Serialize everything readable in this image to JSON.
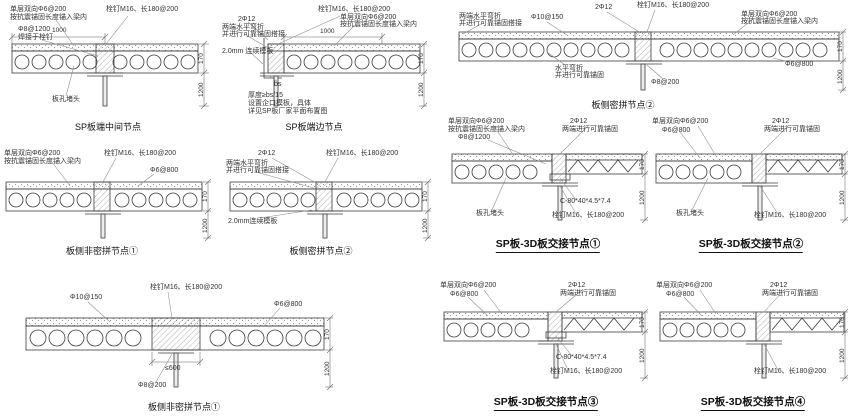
{
  "page": {
    "background": "#ffffff",
    "line_color": "#3c3c3c"
  },
  "panels": [
    {
      "title": "SP板端中间节点",
      "labels": {
        "mesh": "单层双向Φ6@200",
        "anchor": "按抗震锚固长度锚入梁内",
        "tie_bar": "Φ8@1200",
        "tie_bar_note": "焊接于栓钉",
        "studs": "栓钉M16、长180@200",
        "plug": "板孔堵头"
      },
      "dims": {
        "width": "1000",
        "depth": "170",
        "height": "1200"
      }
    },
    {
      "title": "SP板端边节点",
      "labels": {
        "studs": "栓钉M16、长180@200",
        "bars": "2Φ12",
        "bend1": "两端水平弯折",
        "bend2": "并进行可靠锚固搭接",
        "mesh": "单层双向Φ6@200",
        "anchor": "按抗震锚固长度锚入梁内",
        "form": "2.0mm 连续模板",
        "bs": "bs",
        "note1": "厚度≥bs/15",
        "note2": "设置企口模板，具体",
        "note3": "详见SP板厂家平面布置图"
      },
      "dims": {
        "width": "1000",
        "depth": "170",
        "height": "1200"
      }
    },
    {
      "title": "板侧密拼节点②",
      "labels": {
        "mesh_top": "Φ10@150",
        "bars": "2Φ12",
        "studs": "栓钉M16、长180@200",
        "mesh": "单层双向Φ6@200",
        "anchor": "按抗震锚固长度锚入梁内",
        "bend1": "两端水平弯折",
        "bend2": "并进行可靠锚固搭接",
        "bend3": "水平弯折",
        "bend4": "并进行可靠锚固",
        "tie": "Φ6@800",
        "bottom_bar": "Φ8@200"
      },
      "dims": {
        "depth": "170",
        "height": "1200"
      }
    },
    {
      "title": "板侧非密拼节点①",
      "labels": {
        "mesh": "单层双向Φ6@200",
        "anchor": "按抗震锚固长度锚入梁内",
        "studs": "栓钉M16、长180@200",
        "tie": "Φ6@800"
      },
      "dims": {
        "depth": "170",
        "height": "1200"
      }
    },
    {
      "title": "板侧密拼节点②",
      "labels": {
        "bars": "2Φ12",
        "bend1": "两端水平弯折",
        "bend2": "并进行可靠锚固搭接",
        "studs": "栓钉M16、长180@200",
        "form": "2.0mm连续模板"
      },
      "dims": {
        "depth": "170",
        "height": "1200"
      }
    },
    {
      "title": "SP板-3D板交接节点①",
      "labels": {
        "mesh": "单层双向Φ6@200",
        "anchor": "按抗震锚固长度锚入梁内",
        "tie_bar": "Φ8@1200",
        "bars": "2Φ12",
        "anchor2": "两端进行可靠锚固",
        "channel": "C-80*40*4.5*7.4",
        "studs": "栓钉M16、长180@200",
        "plug": "板孔堵头"
      },
      "dims": {
        "depth": "170",
        "height": "1200"
      }
    },
    {
      "title": "SP板-3D板交接节点②",
      "labels": {
        "mesh": "单层双向Φ6@200",
        "tie": "Φ6@800",
        "bars": "2Φ12",
        "anchor2": "两端进行可靠锚固",
        "plug": "板孔堵头",
        "studs": "栓钉M16、长180@200"
      },
      "dims": {
        "depth": "170",
        "height": "1200"
      }
    },
    {
      "title": "板侧非密拼节点①",
      "labels": {
        "mesh_top": "Φ10@150",
        "studs": "栓钉M16、长180@200",
        "tie": "Φ6@800",
        "gap": "≤600",
        "bottom_bar": "Φ8@200"
      },
      "dims": {
        "depth": "170",
        "height": "1200"
      }
    },
    {
      "title": "SP板-3D板交接节点③",
      "labels": {
        "mesh": "单层双向Φ6@200",
        "tie": "Φ6@800",
        "bars": "2Φ12",
        "anchor2": "两端进行可靠锚固",
        "channel": "C-80*40*4.5*7.4",
        "studs": "栓钉M16、长180@200"
      },
      "dims": {
        "depth": "170",
        "height": "1200"
      }
    },
    {
      "title": "SP板-3D板交接节点④",
      "labels": {
        "mesh": "单层双向Φ6@200",
        "tie": "Φ6@800",
        "bars": "2Φ12",
        "anchor2": "两端进行可靠锚固",
        "studs": "栓钉M16、长180@200"
      },
      "dims": {
        "depth": "170",
        "height": "1200"
      }
    }
  ]
}
